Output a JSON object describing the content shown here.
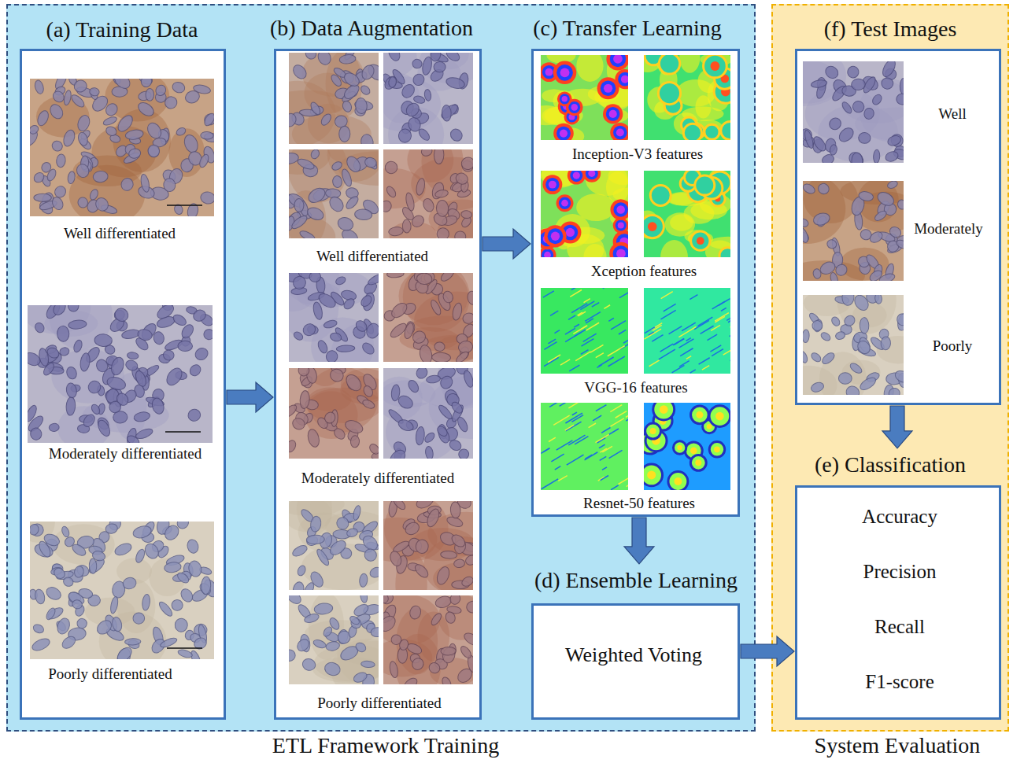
{
  "diagram": {
    "nodes": [
      {
        "text": [
          "ETL Framework Training"
        ]
      },
      {
        "text": [
          "(a) Training Data",
          "Well differentiated",
          "Moderately differentiated",
          "Poorly differentiated"
        ],
        "in": 0
      },
      {
        "text": [
          "(b) Data Augmentation",
          "Well differentiated",
          "Moderately differentiated",
          "Poorly differentiated"
        ],
        "in": 0
      },
      {
        "text": [
          "(c) Transfer Learning",
          "Inception-V3 features",
          "Xception features",
          "VGG-16 features",
          "Resnet-50 features"
        ],
        "in": 0
      },
      {
        "text": [
          "(d) Ensemble Learning",
          "Weighted Voting"
        ],
        "in": 0
      },
      {
        "text": [
          "System Evaluation"
        ]
      },
      {
        "text": [
          "(f) Test Images",
          "Well",
          "Moderately",
          "Poorly"
        ],
        "in": 5
      },
      {
        "text": [
          "(e) Classification",
          "Accuracy",
          "Precision",
          "Recall",
          "F1-score"
        ],
        "in": 5
      }
    ],
    "edges": [
      {
        "from": 1,
        "to": 2,
        "arrow": "to"
      },
      {
        "from": 2,
        "to": 3,
        "arrow": "to"
      },
      {
        "from": 3,
        "to": 4,
        "arrow": "to"
      },
      {
        "from": 4,
        "to": 7,
        "arrow": "to"
      },
      {
        "from": 6,
        "to": 7,
        "arrow": "to"
      }
    ]
  }
}
